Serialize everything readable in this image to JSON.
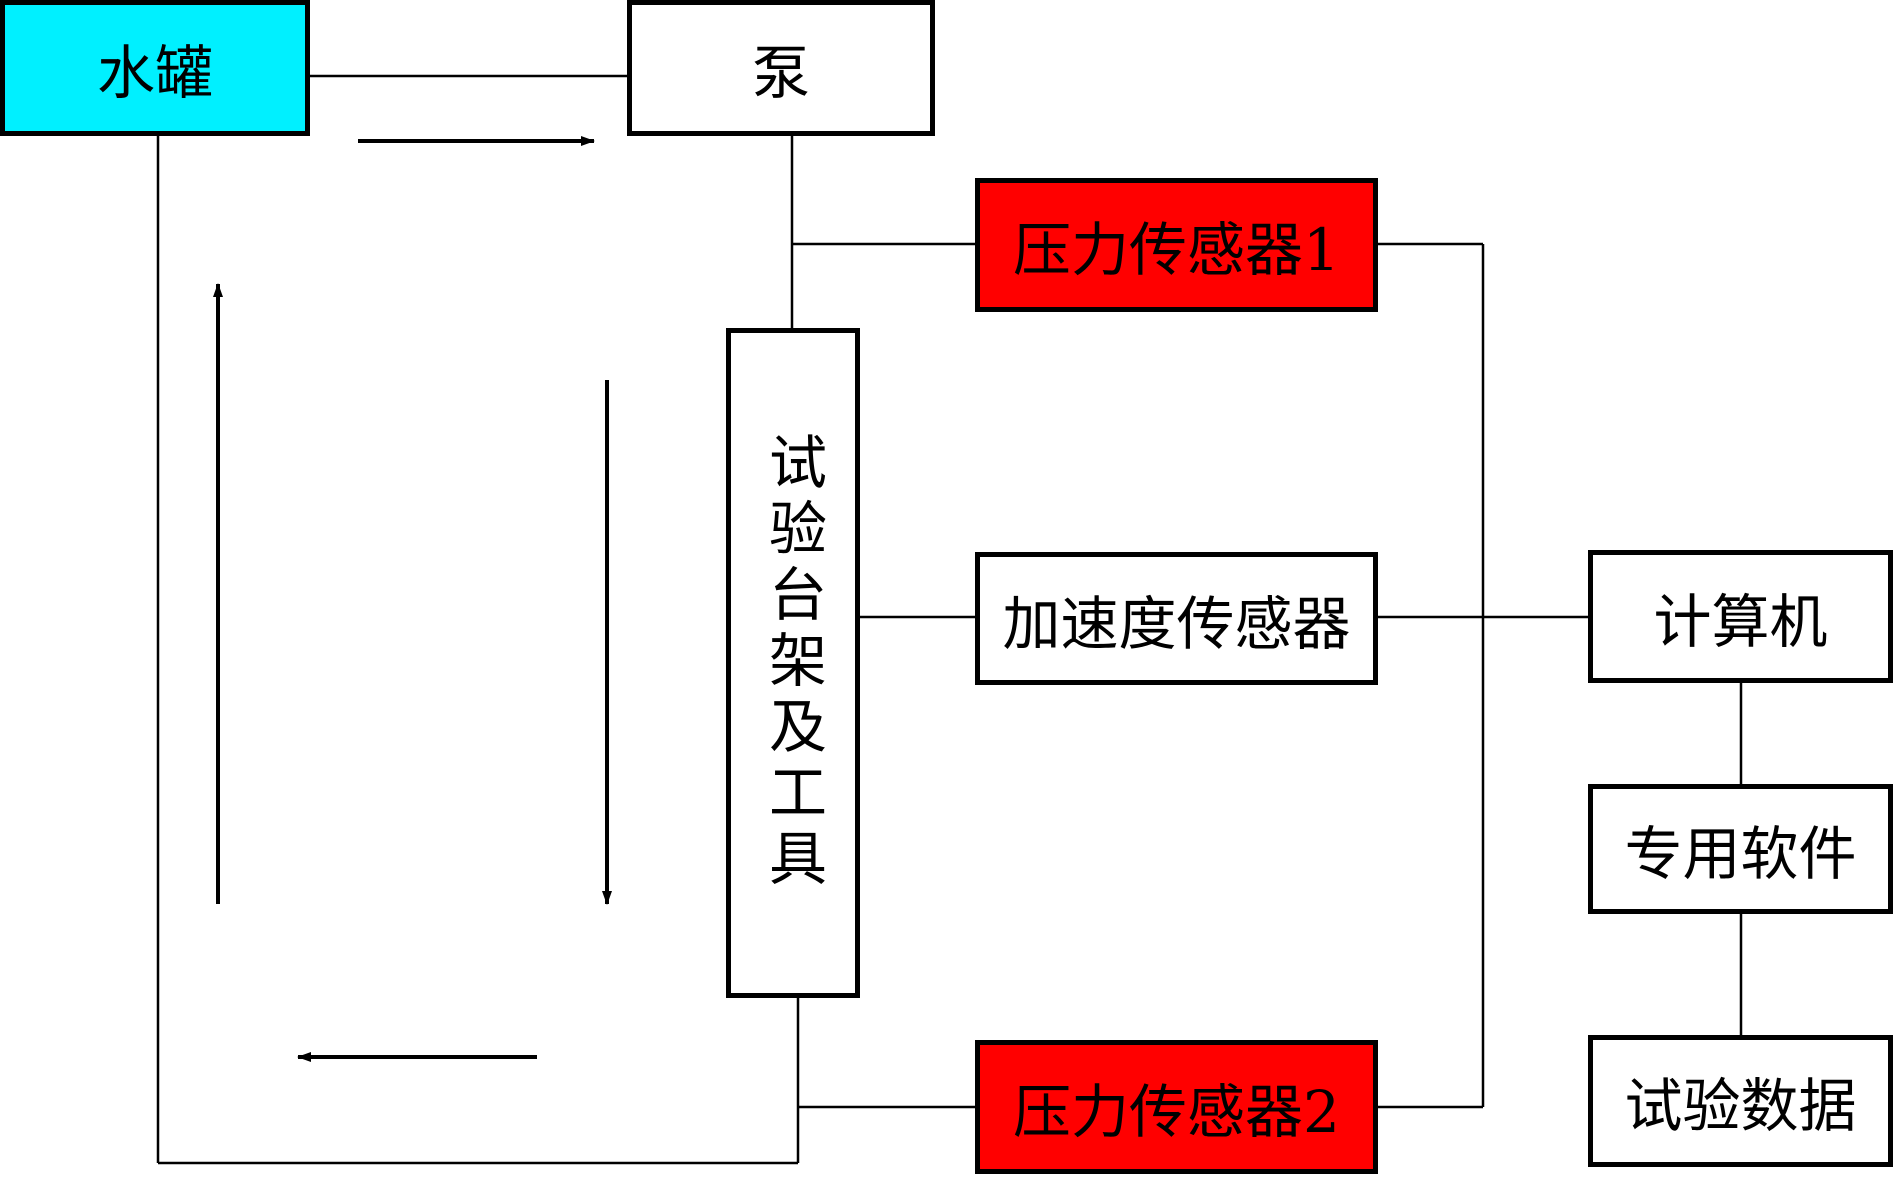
{
  "colors": {
    "water_tank_fill": "#00f0ff",
    "pressure_sensor_fill": "#ff0000",
    "default_fill": "#ffffff",
    "line": "#000000"
  },
  "nodes": {
    "water_tank": "水罐",
    "pump": "泵",
    "pressure_sensor_1": "压力传感器1",
    "test_bench": "试验台架及工具",
    "acceleration_sensor": "加速度传感器",
    "pressure_sensor_2": "压力传感器2",
    "computer": "计算机",
    "software": "专用软件",
    "test_data": "试验数据"
  }
}
